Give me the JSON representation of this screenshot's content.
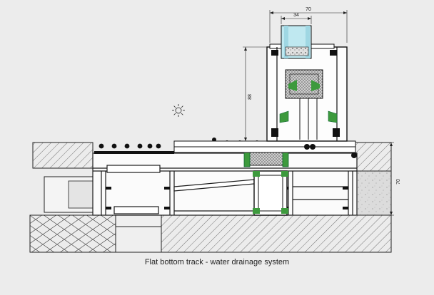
{
  "caption": "Flat bottom track - water drainage system",
  "dimensions": {
    "overall_width_top": "70",
    "glass_width_top": "34",
    "frame_height_left": "88",
    "track_height_right": "70"
  },
  "icons": {
    "sun": "sun-icon"
  },
  "colors": {
    "background": "#ececec",
    "line": "#1a1a1a",
    "profile_fill": "#ffffff",
    "glass": "#bfe8f0",
    "gasket_green": "#3d9a3d",
    "insulation": "#9a9a9a",
    "concrete": "#d8d8d8"
  }
}
